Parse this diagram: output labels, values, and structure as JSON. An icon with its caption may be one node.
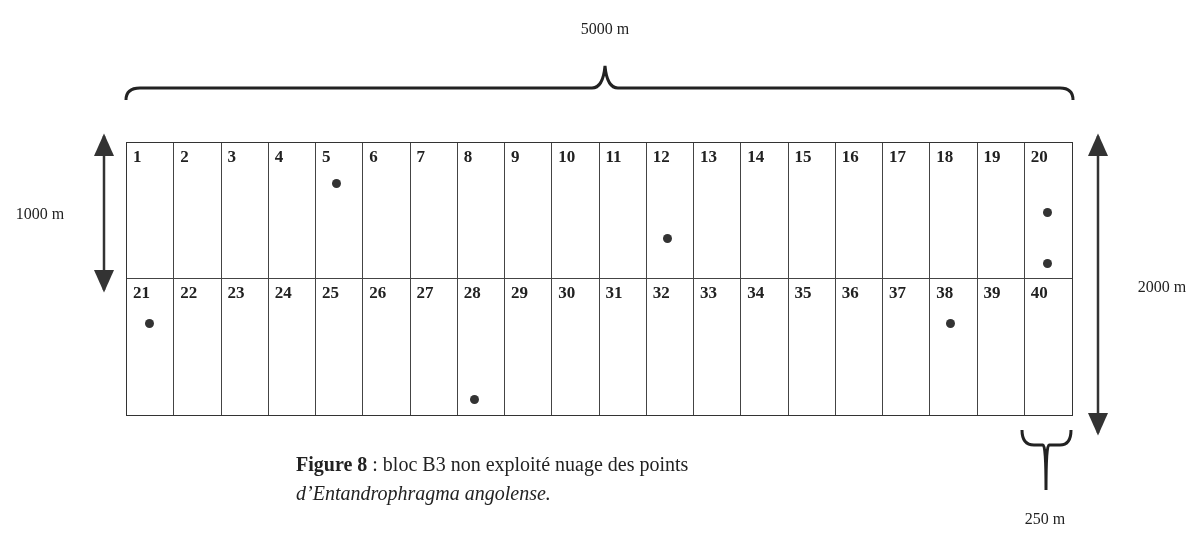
{
  "diagram": {
    "caption": "**Figure 8** : bloc B3 non exploité nuage des points *d’Entandrophragma angolense.*",
    "nodes": [
      {
        "text": [
          "1"
        ]
      },
      {
        "text": [
          "2"
        ]
      },
      {
        "text": [
          "3"
        ]
      },
      {
        "text": [
          "4"
        ]
      },
      {
        "text": [
          "5"
        ]
      },
      {
        "text": [
          "6"
        ]
      },
      {
        "text": [
          "7"
        ]
      },
      {
        "text": [
          "8"
        ]
      },
      {
        "text": [
          "9"
        ]
      },
      {
        "text": [
          "10"
        ]
      },
      {
        "text": [
          "11"
        ]
      },
      {
        "text": [
          "12"
        ]
      },
      {
        "text": [
          "13"
        ]
      },
      {
        "text": [
          "14"
        ]
      },
      {
        "text": [
          "15"
        ]
      },
      {
        "text": [
          "16"
        ]
      },
      {
        "text": [
          "17"
        ]
      },
      {
        "text": [
          "18"
        ]
      },
      {
        "text": [
          "19"
        ]
      },
      {
        "text": [
          "20"
        ]
      },
      {
        "text": [
          "21"
        ]
      },
      {
        "text": [
          "22"
        ]
      },
      {
        "text": [
          "23"
        ]
      },
      {
        "text": [
          "24"
        ]
      },
      {
        "text": [
          "25"
        ]
      },
      {
        "text": [
          "26"
        ]
      },
      {
        "text": [
          "27"
        ]
      },
      {
        "text": [
          "28"
        ]
      },
      {
        "text": [
          "29"
        ]
      },
      {
        "text": [
          "30"
        ]
      },
      {
        "text": [
          "31"
        ]
      },
      {
        "text": [
          "32"
        ]
      },
      {
        "text": [
          "33"
        ]
      },
      {
        "text": [
          "34"
        ]
      },
      {
        "text": [
          "35"
        ]
      },
      {
        "text": [
          "36"
        ]
      },
      {
        "text": [
          "37"
        ]
      },
      {
        "text": [
          "38"
        ]
      },
      {
        "text": [
          "39"
        ]
      },
      {
        "text": [
          "40"
        ]
      }
    ],
    "labels": [
      "5000 m",
      "1000 m",
      "2000 m",
      "250 m"
    ]
  }
}
